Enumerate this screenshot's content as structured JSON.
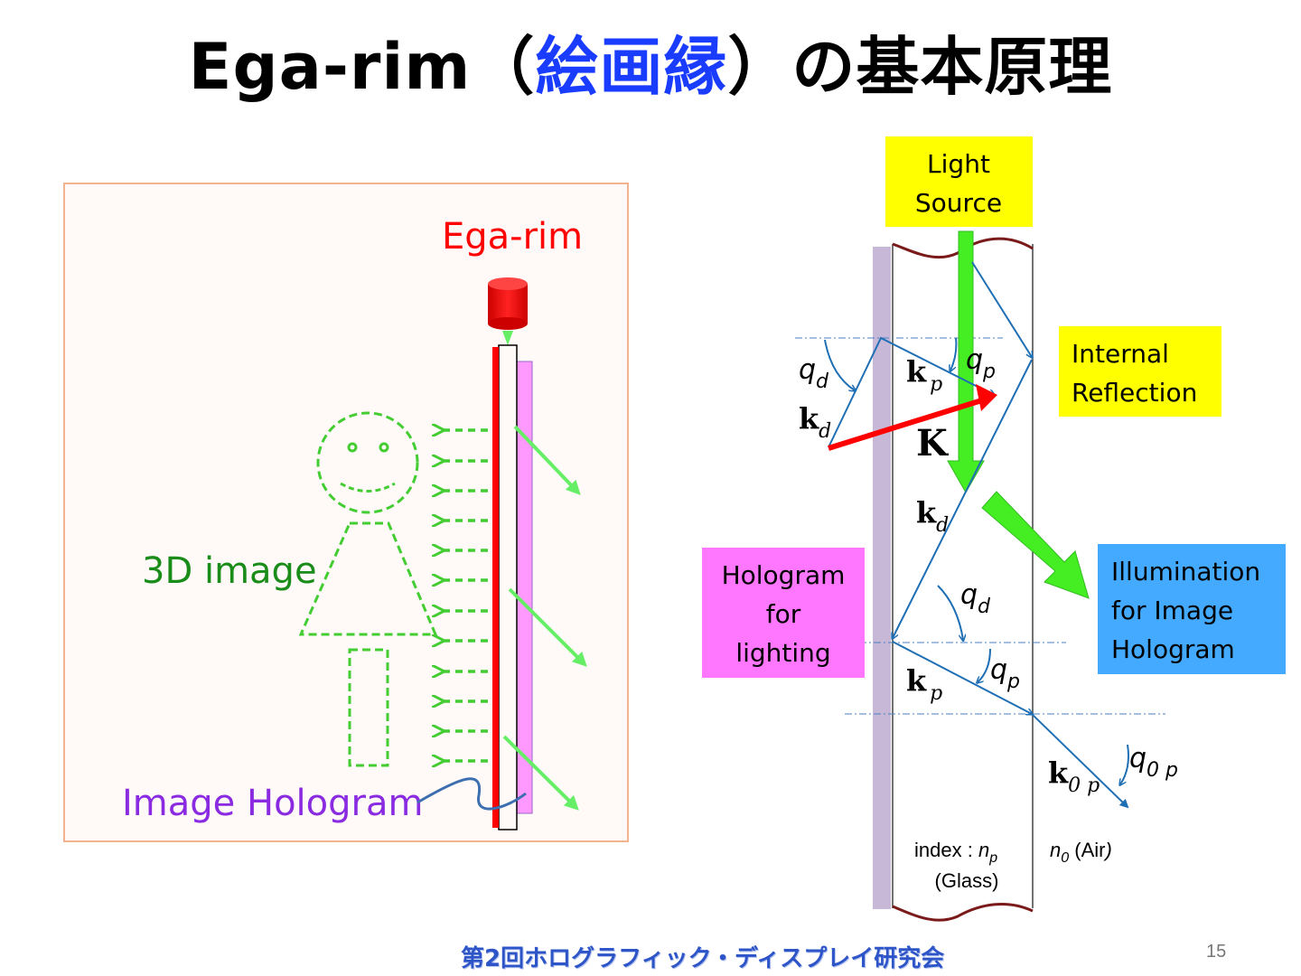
{
  "title": {
    "prefix": "Ega-rim（",
    "accent": "絵画縁",
    "suffix": "）の基本原理",
    "accent_color": "#1a3cff"
  },
  "left_panel": {
    "ega_rim_label": "Ega-rim",
    "image_3d_label": "3D image",
    "image_hologram_label": "Image Hologram",
    "colors": {
      "ega_rim": "#ff0000",
      "image_3d": "#1a8c1a",
      "image_hologram": "#8a2be2",
      "dashed": "#44cc33",
      "hologram_strip": "#ff99ff"
    }
  },
  "right_panel": {
    "light_source": {
      "line1": "Light",
      "line2": "Source",
      "bg": "#ffff00"
    },
    "internal_reflection": {
      "line1": "Internal",
      "line2": "Reflection",
      "bg": "#ffff00"
    },
    "hologram_for_lighting": {
      "line1": "Hologram",
      "line2": "for",
      "line3": "lighting",
      "bg": "#ff77ff"
    },
    "illumination": {
      "line1": "Illumination",
      "line2": "for Image",
      "line3": "Hologram",
      "bg": "#44aaff"
    },
    "symbols": {
      "theta_d": "q",
      "sub_d": "d",
      "k": "k",
      "sub_p": "p",
      "theta_p": "q",
      "K": "K",
      "k0p_main": "k",
      "k0p_sub": "0 p",
      "theta0p_main": "q",
      "theta0p_sub": "0 p"
    },
    "index_glass": {
      "line1_prefix": "index : ",
      "line1_var": "n",
      "line1_sub": "p",
      "line2": "(Glass)"
    },
    "index_air": {
      "var": "n",
      "sub": "0",
      "text": " (Air",
      "close": ")"
    }
  },
  "footer": {
    "text": "第2回ホログラフィック・ディスプレイ研究会",
    "page": "15"
  }
}
